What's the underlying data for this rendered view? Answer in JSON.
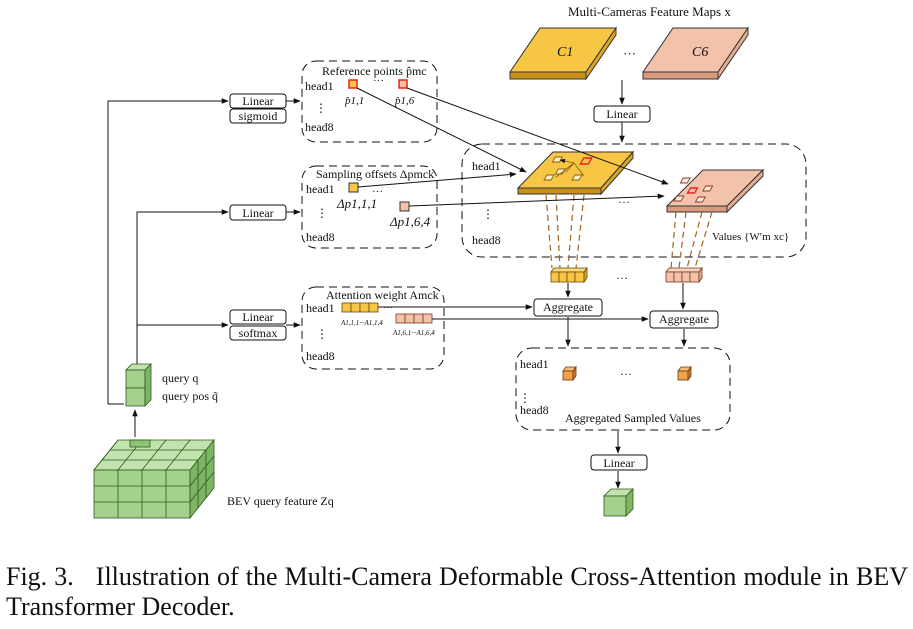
{
  "title": "Multi-Cameras Feature Maps x",
  "camera_first": "C1",
  "camera_last": "C6",
  "ellipsis": "···",
  "vertical_ellipsis": "⋮",
  "linear": "Linear",
  "sigmoid": "sigmoid",
  "softmax": "softmax",
  "aggregate": "Aggregate",
  "head1": "head1",
  "head8": "head8",
  "reference_points": {
    "title": "Reference points p̂mc",
    "p_first": "p̂1,1",
    "p_last": "p̂1,6"
  },
  "sampling_offsets": {
    "title": "Sampling offsets Δpmck",
    "d_first": "Δp1,1,1",
    "d_last": "Δp1,6,4"
  },
  "attention_weight": {
    "title": "Attention weight Amck",
    "a_first": "A1,1,1···A1,1,4",
    "a_last": "A1,6,1···A1,6,4"
  },
  "values_label": "Values {W′m xc}",
  "aggregated_label": "Aggregated Sampled Values",
  "query_q": "query q",
  "query_pos": "query pos q̃",
  "bev_label": "BEV query feature Zq",
  "caption": {
    "fig": "Fig. 3.",
    "text": "Illustration of the Multi-Camera Deformable Cross-Attention module in BEV Transformer Decoder."
  },
  "colors": {
    "yellow": "#f6c644",
    "salmon": "#f2c2aa",
    "green": "#a4d28c",
    "red": "#e8231c",
    "orange_cube": "#f0a14a"
  }
}
